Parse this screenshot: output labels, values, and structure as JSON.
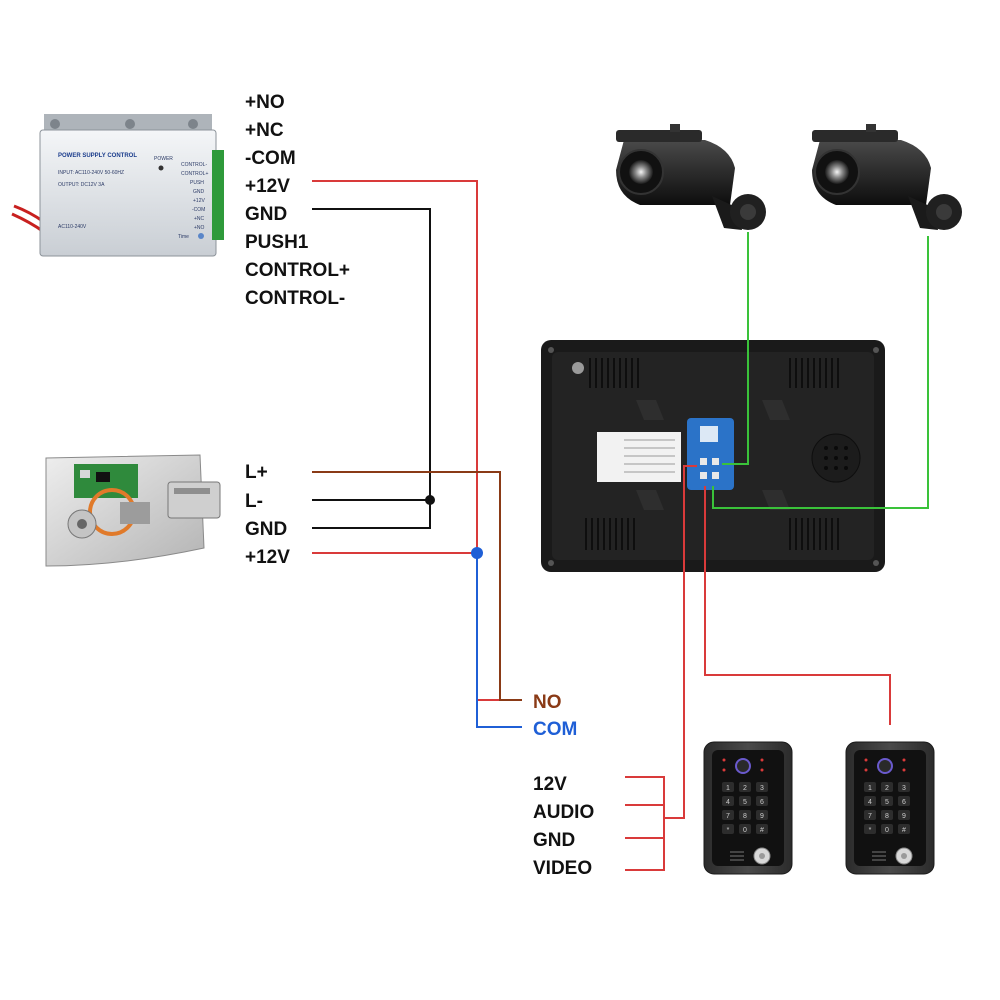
{
  "colors": {
    "red_wire": "#d93a3a",
    "black_wire": "#111111",
    "brown_wire": "#8a3a16",
    "blue_wire": "#1f5fd6",
    "green_wire": "#3ac23a",
    "no_label": "#8a3a16",
    "com_label": "#1f5fd6"
  },
  "power_supply": {
    "title": "POWER SUPPLY CONTROL",
    "input": "INPUT: AC110-240V 50-60HZ",
    "output": "OUTPUT: DC12V  3A",
    "power_led": "POWER",
    "mains": "AC110-240V",
    "time": "Time",
    "terminals": [
      "CONTROL-",
      "CONTROL+",
      "PUSH",
      "GND",
      "+12V",
      "-COM",
      "+NC",
      "+NO"
    ],
    "labels": [
      "+NO",
      "+NC",
      "-COM",
      "+12V",
      "GND",
      "PUSH1",
      "CONTROL+",
      "CONTROL-"
    ]
  },
  "lock": {
    "labels": [
      "L+",
      "L-",
      "GND",
      "+12V"
    ]
  },
  "relay_output": {
    "no_label": "NO",
    "com_label": "COM"
  },
  "outdoor_station": {
    "labels": [
      "12V",
      "AUDIO",
      "GND",
      "VIDEO"
    ],
    "keypad": [
      "1",
      "2",
      "3",
      "4",
      "5",
      "6",
      "7",
      "8",
      "9",
      "*",
      "0",
      "#"
    ]
  },
  "devices": {
    "camera_1": "camera-icon",
    "camera_2": "camera-icon",
    "monitor": "monitor-back-icon",
    "door_station_1": "door-station-icon",
    "door_station_2": "door-station-icon",
    "electric_lock": "electric-lock-icon",
    "power_supply": "power-supply-icon"
  }
}
